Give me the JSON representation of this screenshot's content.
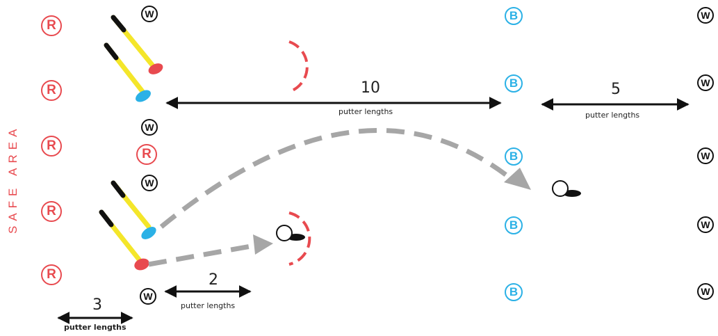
{
  "safe_area_label": "SAFE AREA",
  "colors": {
    "red": "#e84a4f",
    "blue": "#2bb1e6",
    "black": "#111111",
    "yellow": "#f4e62a",
    "gray": "#a6a6a6"
  },
  "marker_letters": {
    "red": "R",
    "blue": "B",
    "white": "W"
  },
  "distances": {
    "ten": {
      "value": "10",
      "unit": "putter lengths"
    },
    "five": {
      "value": "5",
      "unit": "putter lengths"
    },
    "two": {
      "value": "2",
      "unit": "putter lengths"
    },
    "three": {
      "value": "3",
      "unit": "putter lengths"
    }
  }
}
